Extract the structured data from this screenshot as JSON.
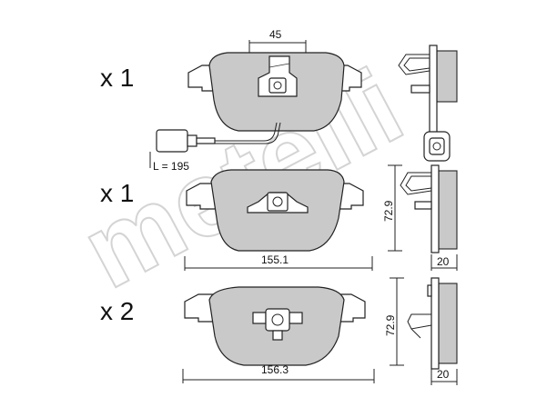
{
  "watermark": "metelli",
  "rows": [
    {
      "quantity": "x 1",
      "width": "45",
      "wear_sensor_length": "L = 195"
    },
    {
      "quantity": "x 1",
      "width": "155.1",
      "height": "72.9",
      "thickness": "20"
    },
    {
      "quantity": "x 2",
      "width": "156.3",
      "height": "72.9",
      "thickness": "20"
    }
  ]
}
